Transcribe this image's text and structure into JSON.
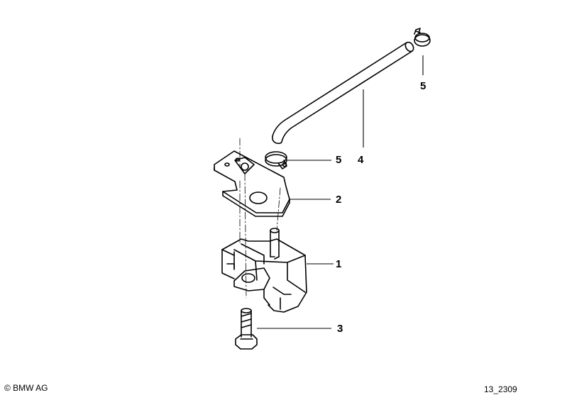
{
  "callouts": [
    {
      "number": "1",
      "part": "sensor"
    },
    {
      "number": "2",
      "part": "bracket"
    },
    {
      "number": "3",
      "part": "bolt"
    },
    {
      "number": "4",
      "part": "hose"
    },
    {
      "number": "5",
      "part": "hose-clamp-lower"
    },
    {
      "number": "5",
      "part": "hose-clamp-upper"
    }
  ],
  "footer": {
    "copyright": "© BMW AG",
    "diagram_id": "13_2309"
  },
  "colors": {
    "line": "#000000",
    "background": "#ffffff"
  }
}
